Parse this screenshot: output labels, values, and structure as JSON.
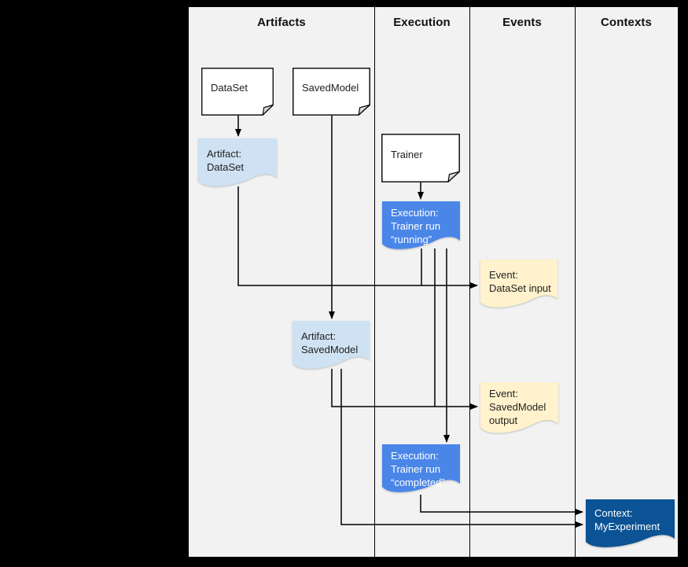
{
  "columns": [
    {
      "label": "Artifacts"
    },
    {
      "label": "Execution"
    },
    {
      "label": "Events"
    },
    {
      "label": "Contexts"
    }
  ],
  "nodes": {
    "dataset": {
      "label": "DataSet"
    },
    "savedmodel": {
      "label": "SavedModel"
    },
    "trainer": {
      "label": "Trainer"
    },
    "artifact_dataset": {
      "line1": "Artifact:",
      "line2": "DataSet"
    },
    "execution_running": {
      "line1": "Execution:",
      "line2": "Trainer run",
      "line3": "“running”"
    },
    "event_dataset_input": {
      "line1": "Event:",
      "line2": "DataSet input"
    },
    "artifact_savedmodel": {
      "line1": "Artifact:",
      "line2": "SavedModel"
    },
    "event_savedmodel_output": {
      "line1": "Event:",
      "line2": "SavedModel",
      "line3": "output"
    },
    "execution_completed": {
      "line1": "Execution:",
      "line2": "Trainer run",
      "line3": "“completed”"
    },
    "context_myexperiment": {
      "line1": "Context:",
      "line2": "MyExperiment"
    }
  },
  "edges": [
    {
      "from": "dataset",
      "to": "artifact_dataset"
    },
    {
      "from": "savedmodel",
      "to": "artifact_savedmodel"
    },
    {
      "from": "trainer",
      "to": "execution_running"
    },
    {
      "from": "artifact_dataset",
      "to": "event_dataset_input"
    },
    {
      "from": "execution_running",
      "to": "event_dataset_input"
    },
    {
      "from": "execution_running",
      "to": "event_savedmodel_output"
    },
    {
      "from": "artifact_savedmodel",
      "to": "event_savedmodel_output"
    },
    {
      "from": "execution_running",
      "to": "execution_completed"
    },
    {
      "from": "execution_completed",
      "to": "context_myexperiment"
    },
    {
      "from": "artifact_savedmodel",
      "to": "context_myexperiment"
    }
  ],
  "colors": {
    "page_background": "#000000",
    "canvas_background": "#f2f2f2",
    "paper_fill": "#ffffff",
    "paper_fold_fill": "#d9d9d9",
    "artifact_fill": "#cfe2f3",
    "execution_fill": "#4a86e8",
    "event_fill": "#fff2cc",
    "context_fill": "#0b5394",
    "line": "#000000"
  }
}
